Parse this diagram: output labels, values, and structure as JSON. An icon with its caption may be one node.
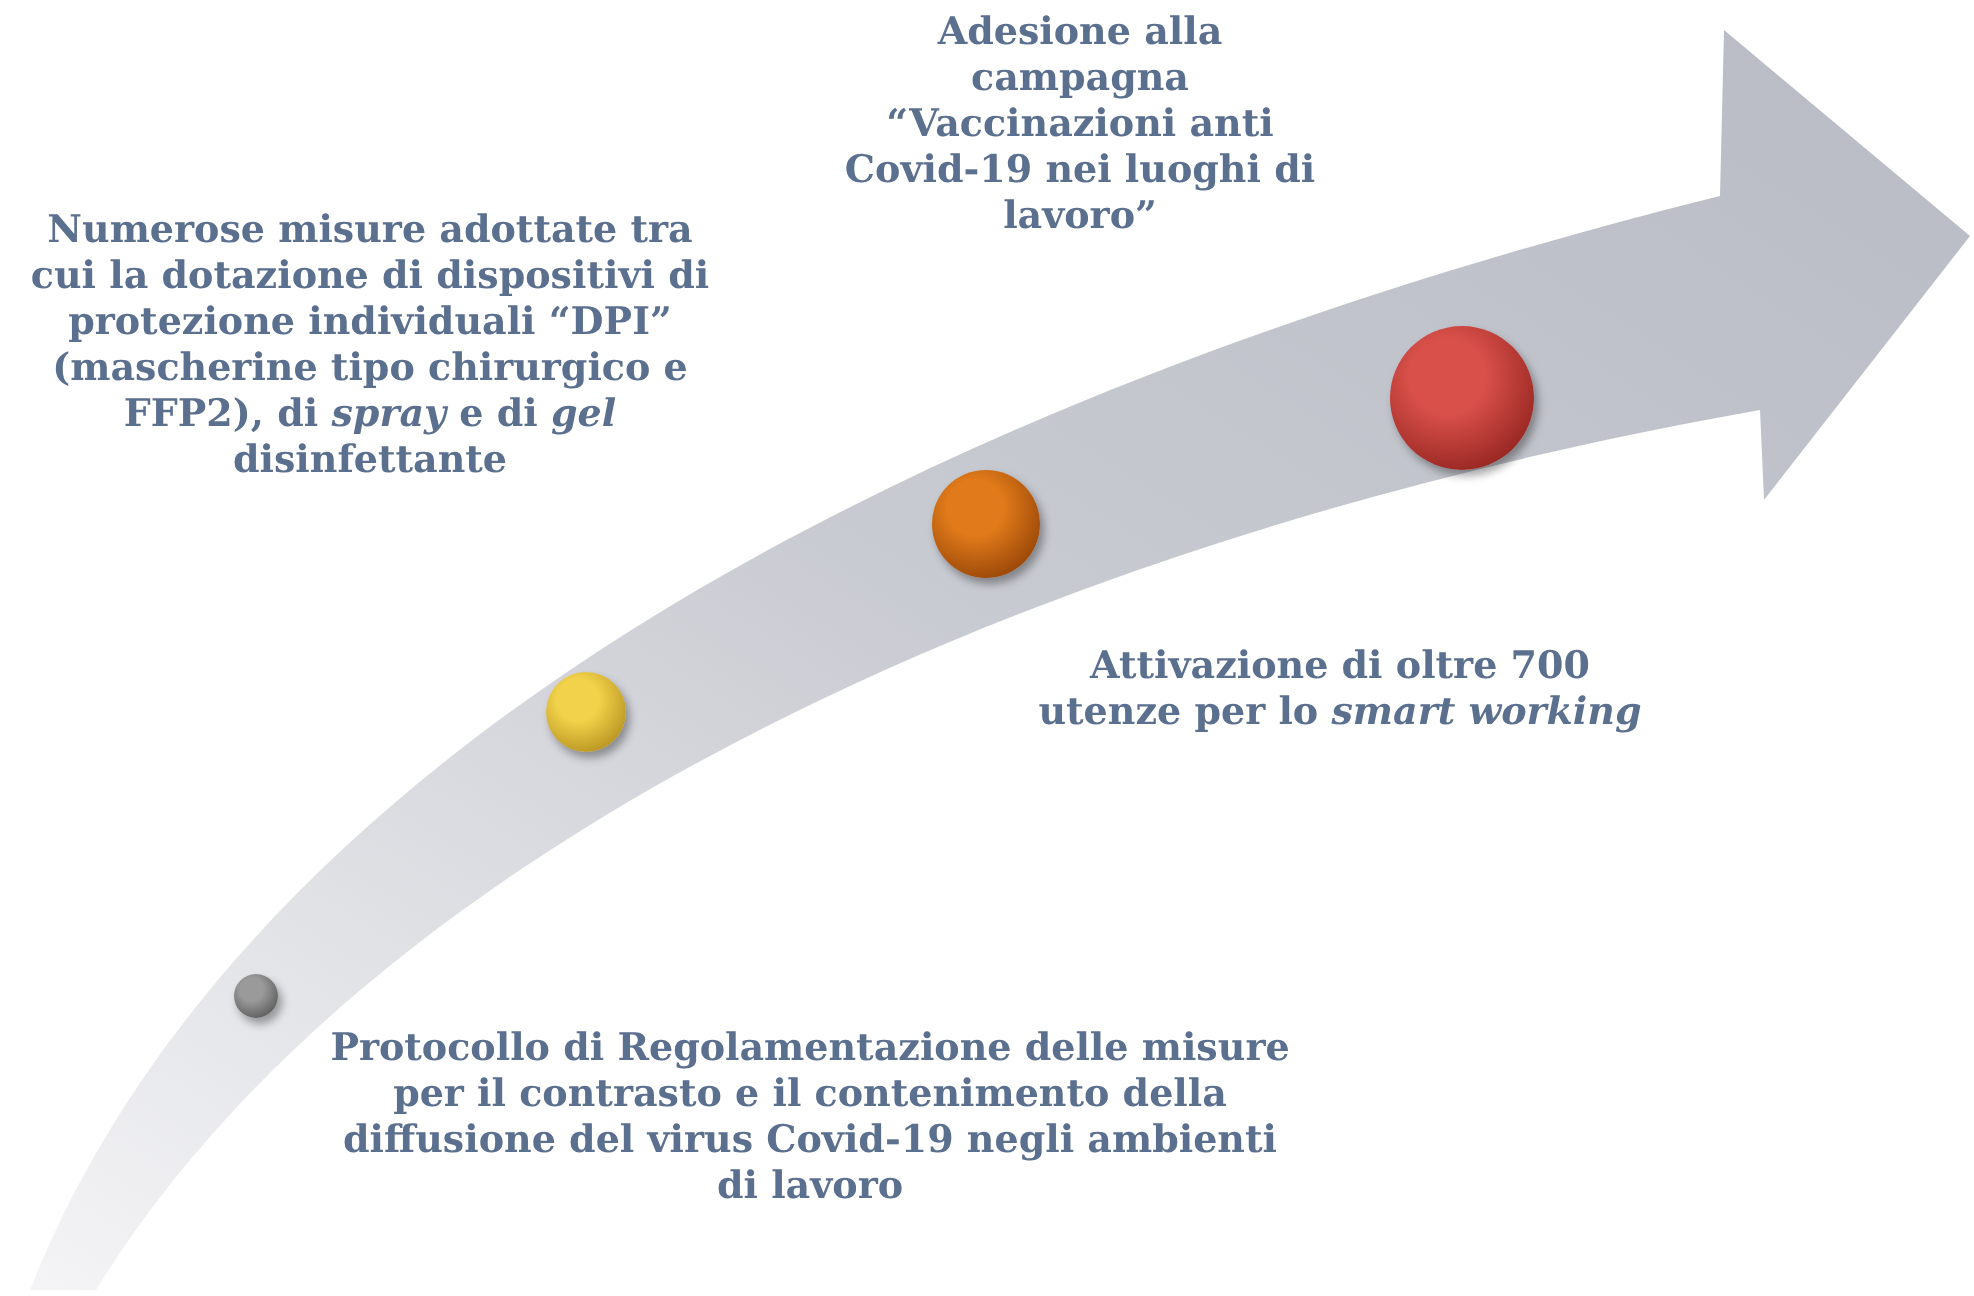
{
  "diagram": {
    "nodes": [
      {
        "text": [],
        "shape": "circle"
      },
      {
        "text": [],
        "shape": "circle"
      },
      {
        "text": [],
        "shape": "circle"
      },
      {
        "text": [],
        "shape": "circle"
      }
    ],
    "labels": [
      "Adesione alla campagna “Vaccinazioni anti Covid-19 nei luoghi di lavoro”",
      "Numerose misure adottate tra cui la dotazione di dispositivi di protezione individuali “DPI” (mascherine tipo chirurgico e FFP2), di *spray* e di *gel* disinfettante",
      "Attivazione di oltre 700 utenze per lo *smart working*",
      "Protocollo di Regolamentazione delle misure per il contrasto e il contenimento della diffusione del virus Covid-19 negli ambienti di lavoro"
    ]
  }
}
